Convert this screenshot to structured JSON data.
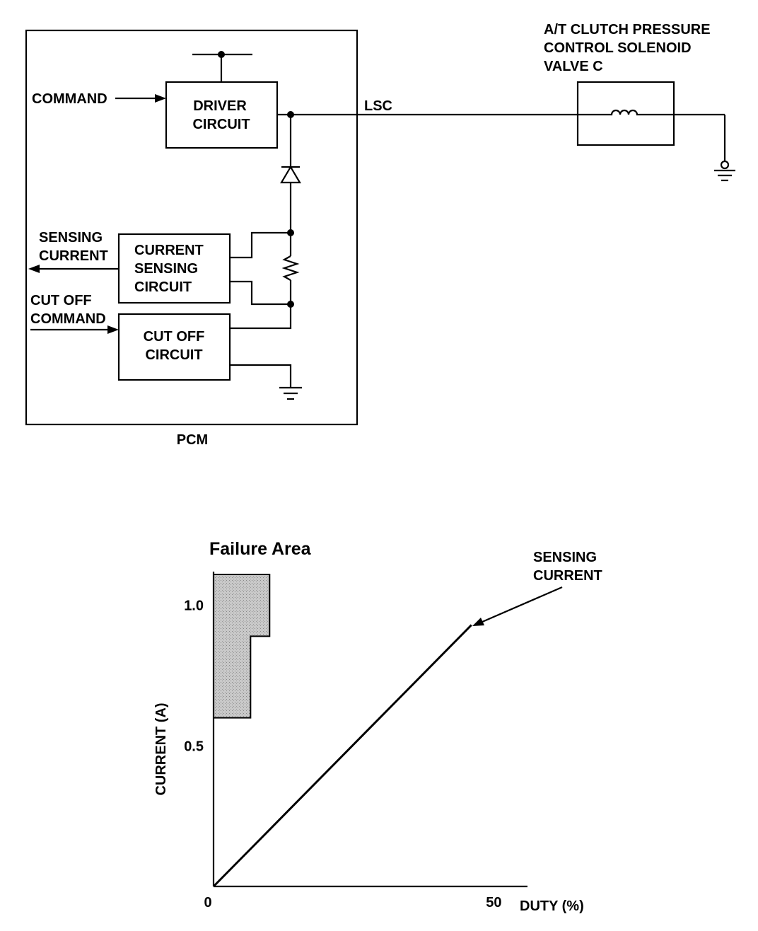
{
  "schematic": {
    "pcm_label": "PCM",
    "command_label": "COMMAND",
    "driver_circuit": [
      "DRIVER",
      "CIRCUIT"
    ],
    "lsc_label": "LSC",
    "solenoid_title": [
      "A/T CLUTCH PRESSURE",
      "CONTROL SOLENOID",
      "VALVE C"
    ],
    "sensing_current_label": [
      "SENSING",
      "CURRENT"
    ],
    "current_sensing_circuit": [
      "CURRENT",
      "SENSING",
      "CIRCUIT"
    ],
    "cut_off_command_label": [
      "CUT OFF",
      "COMMAND"
    ],
    "cut_off_circuit": [
      "CUT OFF",
      "CIRCUIT"
    ]
  },
  "chart_data": {
    "type": "line",
    "title": "Failure Area",
    "xlabel": "DUTY (%)",
    "ylabel": "CURRENT (A)",
    "x_ticks": [
      "0",
      "50"
    ],
    "y_ticks": [
      "1.0",
      "0.5"
    ],
    "xlim": [
      0,
      56
    ],
    "ylim": [
      0,
      1.12
    ],
    "annotation": [
      "SENSING",
      "CURRENT"
    ],
    "series": [
      {
        "x": [
          0,
          46
        ],
        "y": [
          0,
          0.93
        ]
      }
    ],
    "failure_area": [
      [
        0,
        0.6
      ],
      [
        6.6,
        0.6
      ],
      [
        6.6,
        0.89
      ],
      [
        10,
        0.89
      ],
      [
        10,
        1.11
      ],
      [
        0,
        1.11
      ]
    ]
  }
}
